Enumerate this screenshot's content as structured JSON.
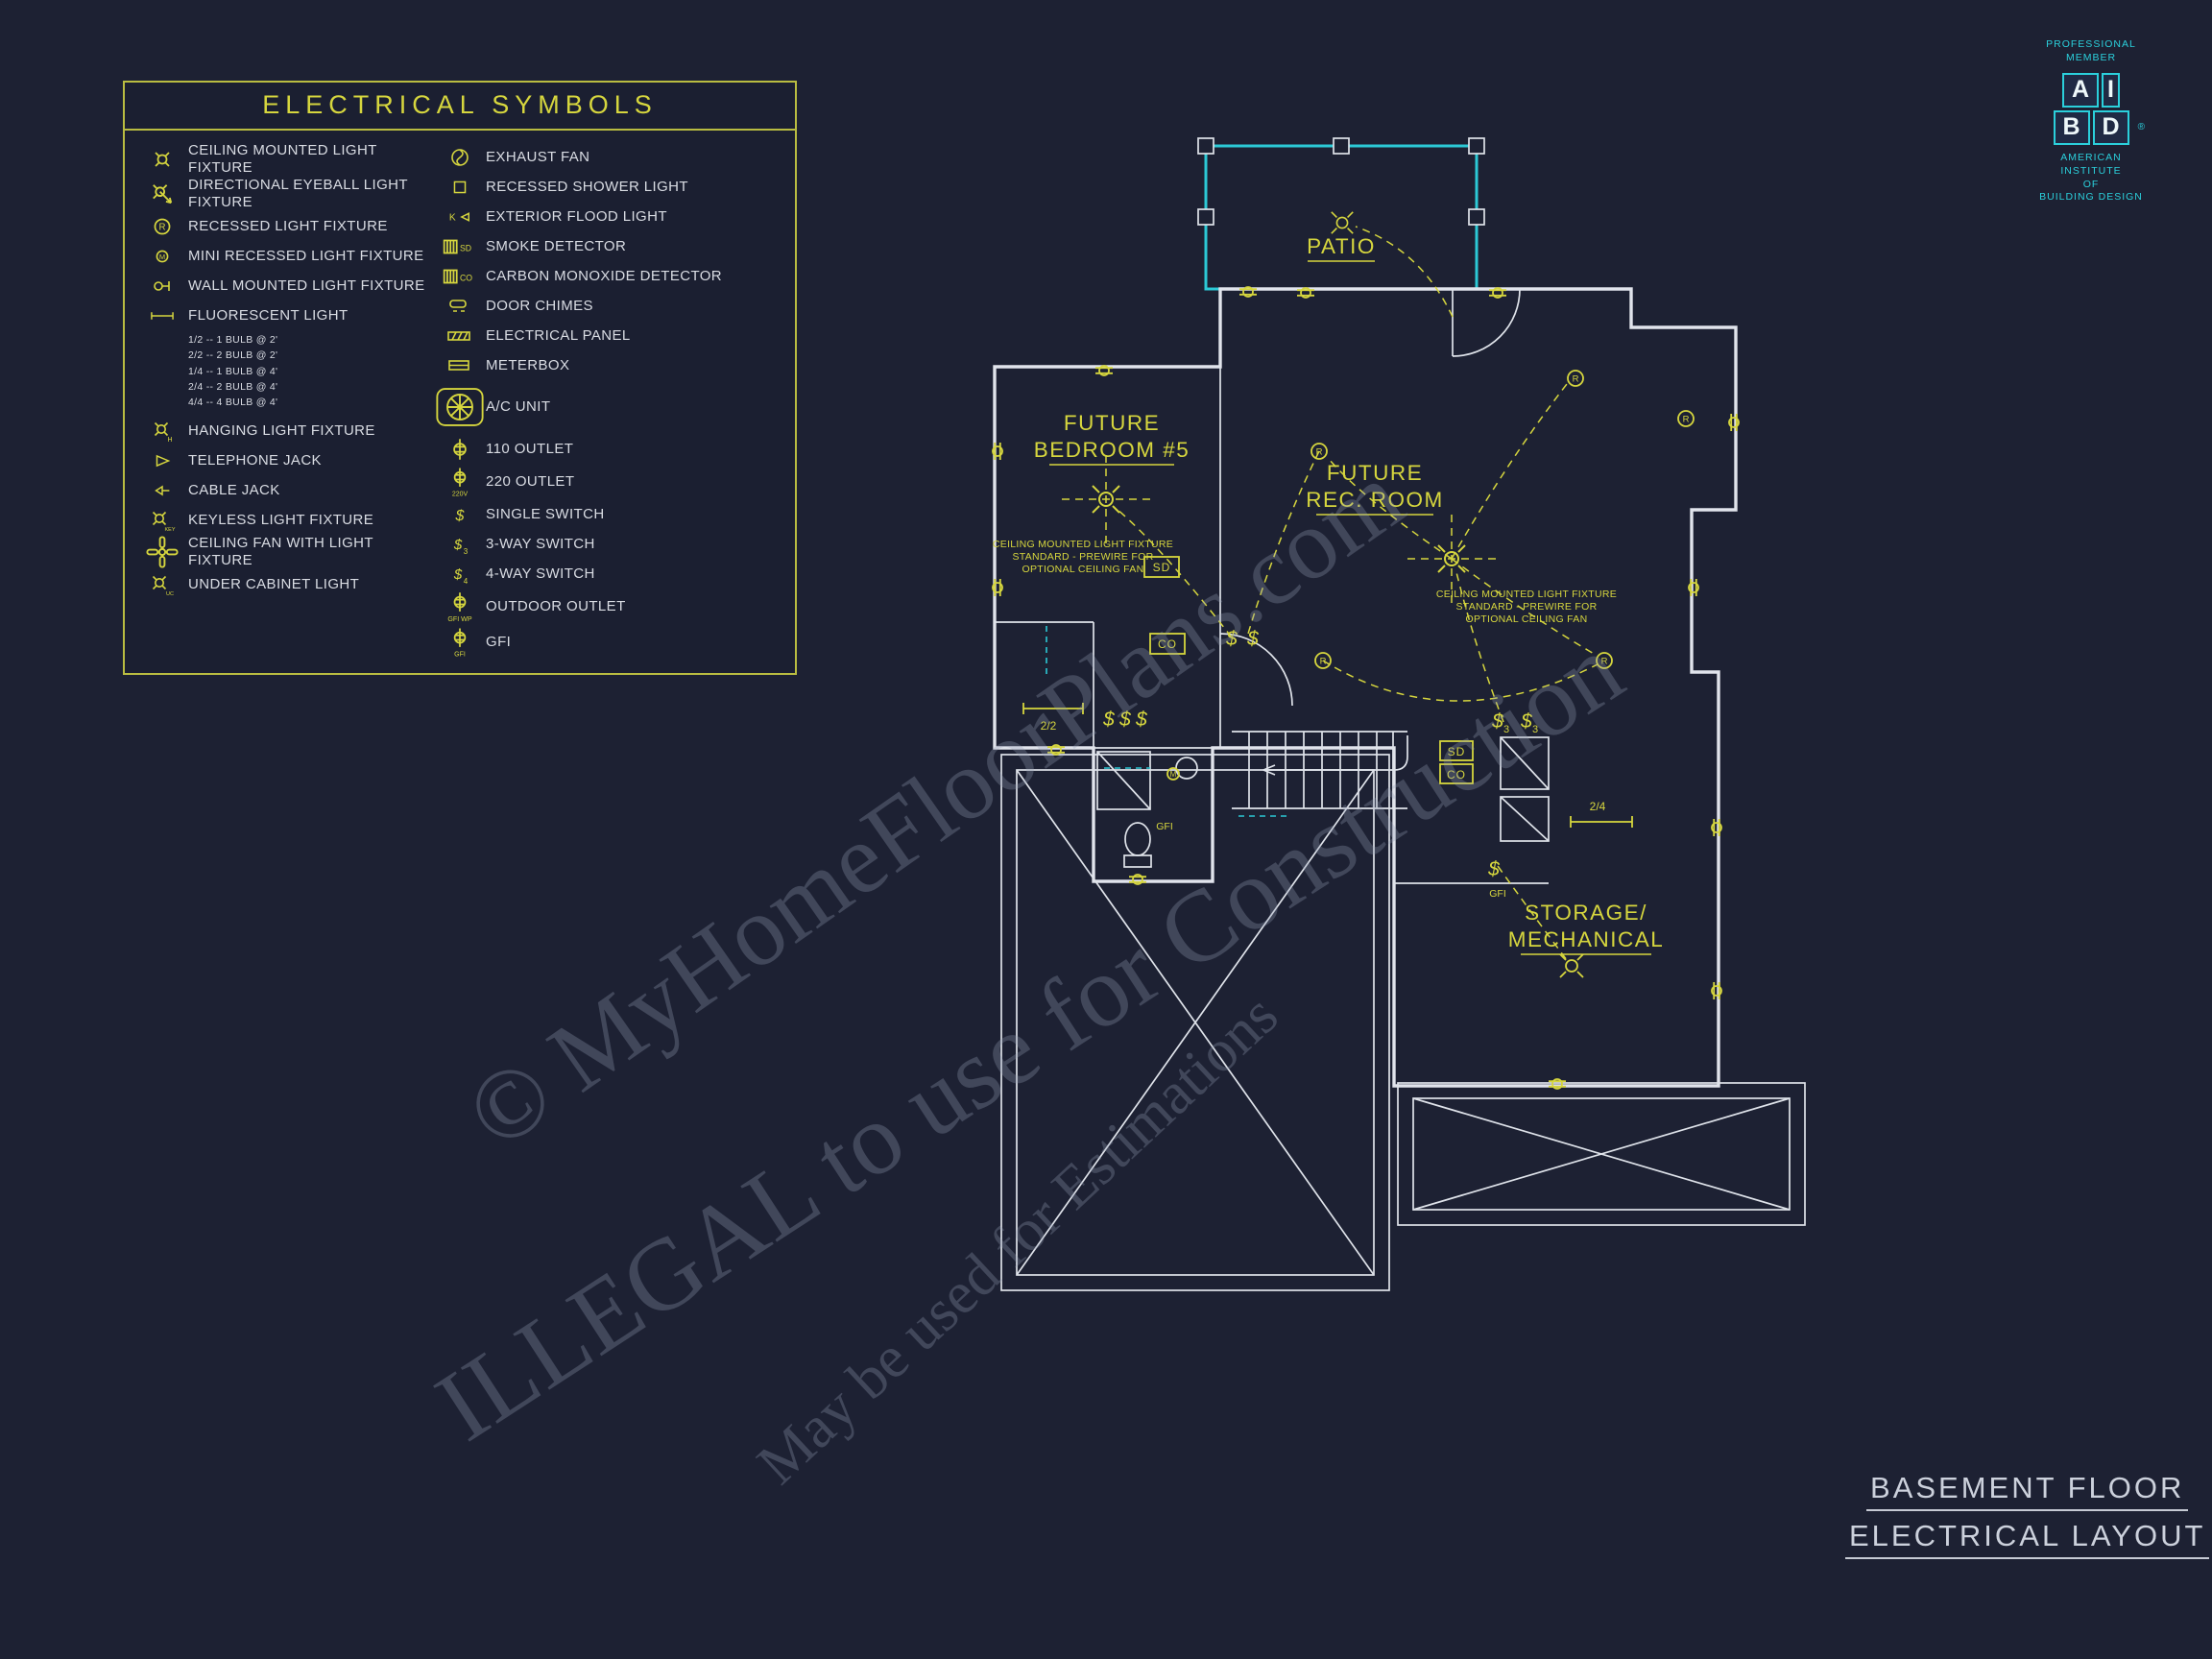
{
  "colors": {
    "background": "#1d2133",
    "yellow": "#d6d63e",
    "white_line": "#e1e4ec",
    "cyan": "#2cc9d6",
    "watermark": "#96a0b6"
  },
  "legend": {
    "title": "ELECTRICAL SYMBOLS",
    "left_items": [
      {
        "icon": "ceiling-mounted-light-icon",
        "label": "CEILING MOUNTED LIGHT FIXTURE"
      },
      {
        "icon": "directional-eyeball-light-icon",
        "label": "DIRECTIONAL EYEBALL LIGHT FIXTURE"
      },
      {
        "icon": "recessed-light-icon",
        "label": "RECESSED LIGHT FIXTURE"
      },
      {
        "icon": "mini-recessed-light-icon",
        "label": "MINI RECESSED LIGHT FIXTURE"
      },
      {
        "icon": "wall-mounted-light-icon",
        "label": "WALL MOUNTED LIGHT FIXTURE"
      },
      {
        "icon": "fluorescent-light-icon",
        "label": "FLUORESCENT LIGHT",
        "sublines": [
          "1/2 -- 1 BULB @ 2'",
          "2/2 -- 2 BULB @ 2'",
          "1/4 -- 1 BULB @ 4'",
          "2/4 -- 2 BULB @ 4'",
          "4/4 -- 4 BULB @ 4'"
        ]
      },
      {
        "icon": "hanging-light-icon",
        "label": "HANGING LIGHT FIXTURE"
      },
      {
        "icon": "telephone-jack-icon",
        "label": "TELEPHONE JACK"
      },
      {
        "icon": "cable-jack-icon",
        "label": "CABLE JACK"
      },
      {
        "icon": "keyless-light-icon",
        "label": "KEYLESS LIGHT FIXTURE"
      },
      {
        "icon": "ceiling-fan-icon",
        "label": "CEILING FAN WITH LIGHT FIXTURE"
      },
      {
        "icon": "under-cabinet-light-icon",
        "label": "UNDER CABINET LIGHT"
      }
    ],
    "right_items": [
      {
        "icon": "exhaust-fan-icon",
        "label": "EXHAUST FAN"
      },
      {
        "icon": "recessed-shower-light-icon",
        "label": "RECESSED SHOWER LIGHT"
      },
      {
        "icon": "exterior-flood-light-icon",
        "label": "EXTERIOR FLOOD LIGHT"
      },
      {
        "icon": "smoke-detector-icon",
        "label": "SMOKE DETECTOR"
      },
      {
        "icon": "carbon-monoxide-detector-icon",
        "label": "CARBON MONOXIDE DETECTOR"
      },
      {
        "icon": "door-chimes-icon",
        "label": "DOOR CHIMES"
      },
      {
        "icon": "electrical-panel-icon",
        "label": "ELECTRICAL PANEL"
      },
      {
        "icon": "meterbox-icon",
        "label": "METERBOX"
      },
      {
        "icon": "ac-unit-icon",
        "label": "A/C UNIT"
      },
      {
        "icon": "outlet-110-icon",
        "label": "110 OUTLET"
      },
      {
        "icon": "outlet-220-icon",
        "label": "220 OUTLET"
      },
      {
        "icon": "single-switch-icon",
        "label": "SINGLE SWITCH"
      },
      {
        "icon": "three-way-switch-icon",
        "label": "3-WAY SWITCH"
      },
      {
        "icon": "four-way-switch-icon",
        "label": "4-WAY SWITCH"
      },
      {
        "icon": "outdoor-outlet-icon",
        "label": "OUTDOOR OUTLET"
      },
      {
        "icon": "gfi-icon",
        "label": "GFI"
      }
    ]
  },
  "glyphs": {
    "r": "R",
    "m": "M",
    "h": "H",
    "key": "KEY",
    "uc": "UC",
    "k": "K",
    "sd": "SD",
    "co": "CO",
    "dollar": "$",
    "three": "3",
    "four": "4",
    "v220": "220V",
    "gfi": "GFI",
    "gfi_wp": "GFI WP"
  },
  "membership": {
    "line1": "PROFESSIONAL",
    "line2": "MEMBER",
    "a": "A",
    "i": "I",
    "b": "B",
    "d": "D",
    "reg": "®",
    "org1": "AMERICAN INSTITUTE",
    "org2": "OF",
    "org3": "BUILDING DESIGN"
  },
  "plan": {
    "patio": "PATIO",
    "bedroom_line1": "FUTURE",
    "bedroom_line2": "BEDROOM #5",
    "rec_line1": "FUTURE",
    "rec_line2": "REC. ROOM",
    "storage_line1": "STORAGE/",
    "storage_line2": "MECHANICAL",
    "note_line1": "CEILING MOUNTED LIGHT FIXTURE",
    "note_line2": "STANDARD - PREWIRE FOR",
    "note_line3": "OPTIONAL CEILING FAN",
    "fluoro_22": "2/2",
    "fluoro_24": "2/4"
  },
  "watermark": {
    "line1": "© MyHomeFloorPlans.com",
    "line2": "ILLEGAL to use for Construction",
    "line3": "May be used for Estimations"
  },
  "title_block": {
    "line1": "BASEMENT FLOOR",
    "line2": "ELECTRICAL LAYOUT"
  }
}
